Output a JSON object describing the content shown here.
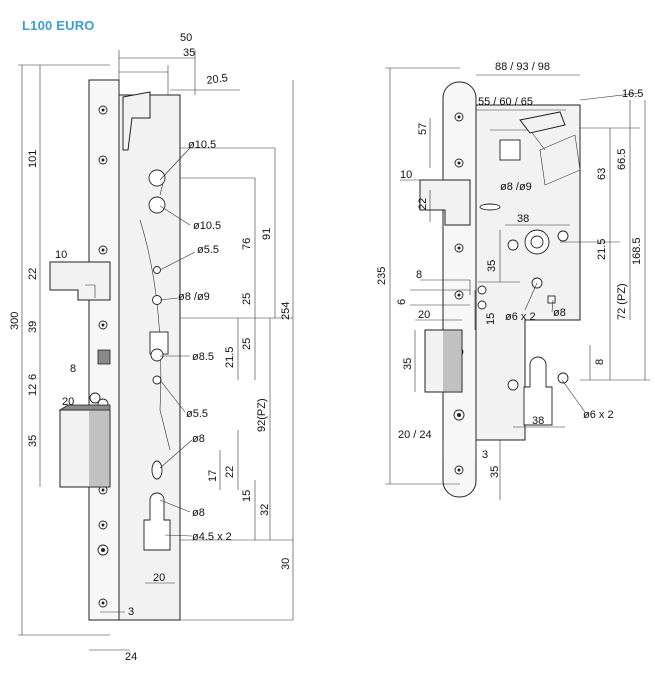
{
  "title": "L100 EURO",
  "left_view": {
    "top_dims": [
      "50",
      "35",
      "20.5"
    ],
    "left_dims": [
      "300",
      "101",
      "22",
      "39",
      "10",
      "12",
      "6",
      "8",
      "20",
      "35"
    ],
    "right_dims": [
      "76",
      "91",
      "254",
      "25",
      "21.5",
      "25",
      "92(PZ)",
      "17",
      "22",
      "15",
      "32",
      "30"
    ],
    "bottom_dims": [
      "20",
      "3",
      "24"
    ],
    "callouts": [
      "ø10.5",
      "ø10.5",
      "ø5.5",
      "ø8 /ø9",
      "ø8.5",
      "ø5.5",
      "ø8",
      "ø8",
      "ø4.5 x 2"
    ]
  },
  "right_view": {
    "top_dims": [
      "88 / 93 / 98",
      "55 / 60 / 65",
      "16.5"
    ],
    "left_dims": [
      "235",
      "57",
      "10",
      "22",
      "8",
      "6",
      "35",
      "15",
      "20",
      "35"
    ],
    "inner_dims": [
      "38",
      "ø8 /ø9",
      "35",
      "ø6 x 2",
      "ø8"
    ],
    "right_dims": [
      "63",
      "66.5",
      "21.5",
      "168.5",
      "72 (PZ)",
      "8"
    ],
    "bottom_dims": [
      "20 / 24",
      "3",
      "35",
      "38"
    ],
    "callouts": [
      "ø6 x 2"
    ]
  }
}
